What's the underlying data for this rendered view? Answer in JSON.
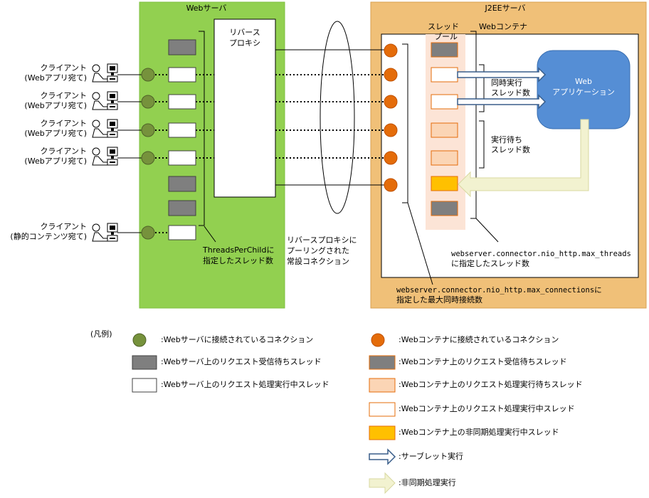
{
  "colors": {
    "web_server_bg": "#92d050",
    "j2ee_bg": "#f0c078",
    "web_conn": "#76923c",
    "container_conn": "#e46c0a",
    "waiting_thread": "#7f7f7f",
    "container_waiting_border": "#e46c0a",
    "exec_wait": "#fbd5b5",
    "async": "#ffc000",
    "webapp": "#558ed5",
    "pool_bg": "#fce4d6",
    "async_arrow": "#f2f2d0"
  },
  "web_server": {
    "title": "Webサーバ"
  },
  "j2ee_server": {
    "title": "J2EEサーバ"
  },
  "reverse_proxy": {
    "label": [
      "リバース",
      "プロキシ"
    ]
  },
  "thread_pool": {
    "label": [
      "スレッド",
      "プール"
    ]
  },
  "web_container": {
    "title": "Webコンテナ"
  },
  "web_app": {
    "label": [
      "Web",
      "アプリケーション"
    ]
  },
  "clients": [
    {
      "line1": "クライアント",
      "line2": "(Webアプリ宛て)"
    },
    {
      "line1": "クライアント",
      "line2": "(Webアプリ宛て)"
    },
    {
      "line1": "クライアント",
      "line2": "(Webアプリ宛て)"
    },
    {
      "line1": "クライアント",
      "line2": "(Webアプリ宛て)"
    },
    {
      "line1": "クライアント",
      "line2": "(静的コンテンツ宛て)"
    }
  ],
  "annotations": {
    "threads_per_child": [
      "ThreadsPerChildに",
      "指定したスレッド数"
    ],
    "pooled_connections": [
      "リバースプロキシに",
      "プーリングされた",
      "常設コネクション"
    ],
    "max_threads": [
      "webserver.connector.nio_http.max_threads",
      "に指定したスレッド数"
    ],
    "max_connections": [
      "webserver.connector.nio_http.max_connectionsに",
      "指定した最大同時接続数"
    ],
    "concurrent_threads": [
      "同時実行",
      "スレッド数"
    ],
    "waiting_threads": [
      "実行待ち",
      "スレッド数"
    ]
  },
  "legend": {
    "title": "(凡例)",
    "left": [
      ":Webサーバに接続されているコネクション",
      ":Webサーバ上のリクエスト受信待ちスレッド",
      ":Webサーバ上のリクエスト処理実行中スレッド"
    ],
    "right": [
      ":Webコンテナに接続されているコネクション",
      ":Webコンテナ上のリクエスト受信待ちスレッド",
      ":Webコンテナ上のリクエスト処理実行待ちスレッド",
      ":Webコンテナ上のリクエスト処理実行中スレッド",
      ":Webコンテナ上の非同期処理実行中スレッド",
      ":サーブレット実行",
      ":非同期処理実行"
    ]
  }
}
